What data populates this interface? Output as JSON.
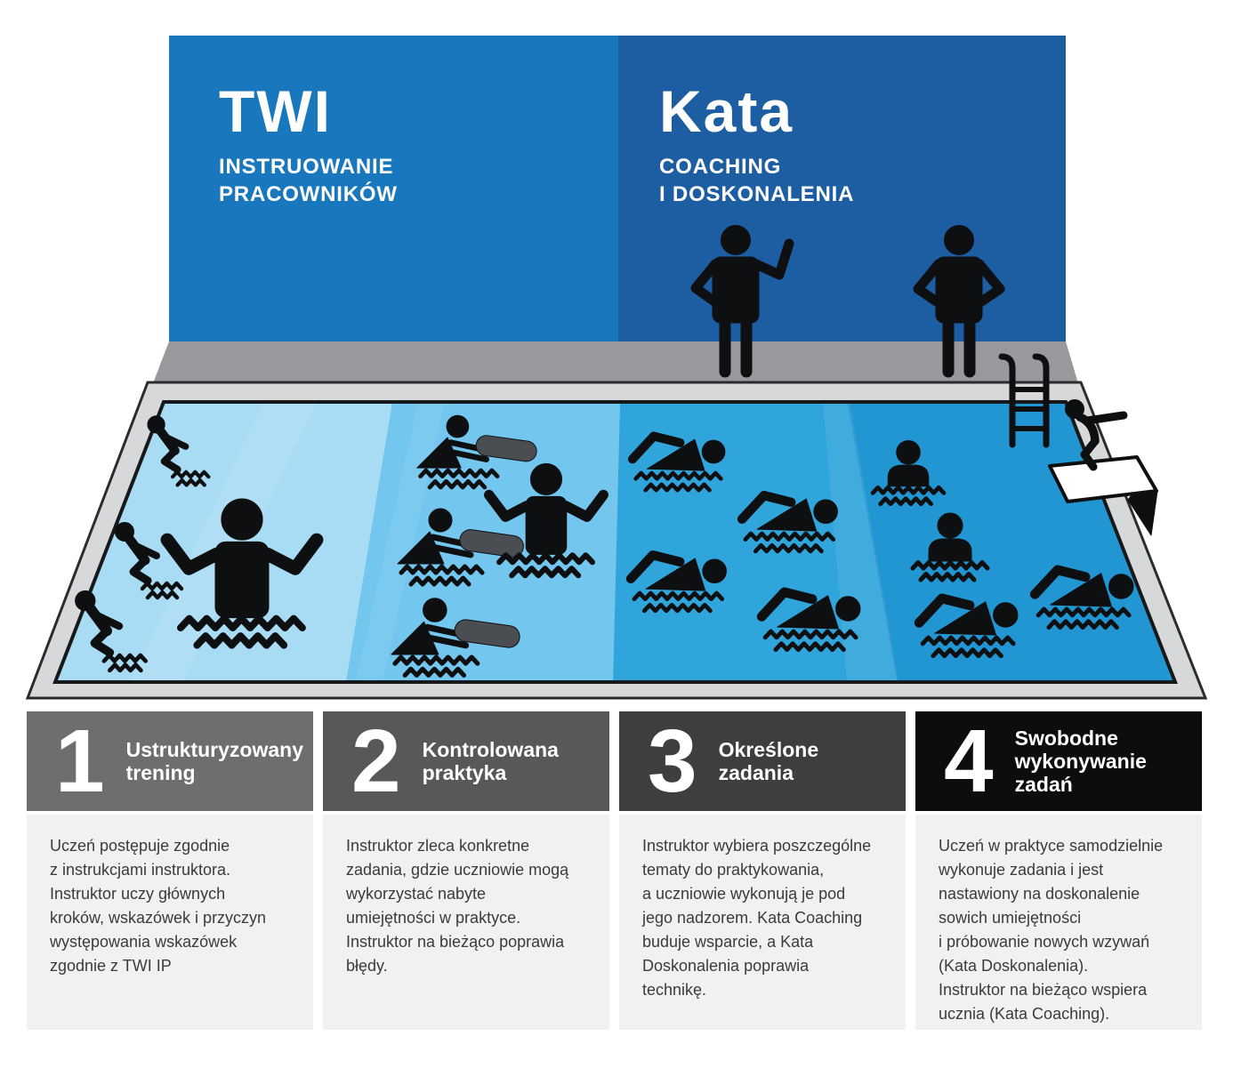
{
  "infographic": {
    "panel_twi": {
      "title": "TWI",
      "subtitle": "INSTRUOWANIE\nPRACOWNIKÓW"
    },
    "panel_kata": {
      "title": "Kata",
      "subtitle": "COACHING\nI DOSKONALENIA"
    },
    "steps": [
      {
        "number": "1",
        "title": "Ustrukturyzowany\ntrening",
        "description": "Uczeń postępuje zgodnie\nz instrukcjami instruktora.\nInstruktor uczy głównych\nkroków, wskazówek i przyczyn\nwystępowania wskazówek\nzgodnie z TWI IP"
      },
      {
        "number": "2",
        "title": "Kontrolowana\npraktyka",
        "description": "Instruktor zleca konkretne\nzadania, gdzie uczniowie mogą\nwykorzystać nabyte\numiejętności w praktyce.\nInstruktor na bieżąco poprawia\nbłędy."
      },
      {
        "number": "3",
        "title": "Określone\nzadania",
        "description": "Instruktor wybiera poszczególne\ntematy do praktykowania,\na uczniowie wykonują je pod\njego nadzorem. Kata Coaching\nbuduje wsparcie, a Kata\nDoskonalenia poprawia\ntechnikę."
      },
      {
        "number": "4",
        "title": "Swobodne\nwykonywanie\nzadań",
        "description": "Uczeń w praktyce samodzielnie\nwykonuje zadania i jest\nnastawiony na doskonalenie\nsowich umiejętności\ni próbowanie nowych wzywań\n(Kata Doskonalenia).\nInstruktor na bieżąco wspiera\nucznia (Kata Coaching)."
      }
    ],
    "colors": {
      "panel_twi": "#1877BD",
      "panel_kata": "#1D5EA3",
      "deck": "#97999C",
      "rim": "#D7D8DA",
      "pool_outline": "#2B2C2E",
      "water_outline": "#17181A",
      "lane1": "#A7DCF4",
      "lane2": "#73C6EE",
      "lane3": "#30A5DC",
      "lane4": "#2196D2",
      "header1": "#6E6E70",
      "header2": "#58585A",
      "header3": "#3E3E40",
      "header4": "#0D0D0F",
      "body_bg": "#F1F1F3",
      "body_text": "#3B3B3B",
      "figure": "#0E0F11",
      "kickboard": "#4A4E53",
      "diving_board": "#FFFFFF"
    },
    "pool_figures": {
      "lane1": [
        "ladder-climber-icon",
        "ladder-climber-icon",
        "ladder-climber-icon",
        "standing-instructor-icon"
      ],
      "lane2": [
        "kickboard-swimmer-icon",
        "kickboard-swimmer-icon",
        "kickboard-swimmer-icon",
        "standing-instructor-icon"
      ],
      "lane3": [
        "freestyle-swimmer-icon",
        "freestyle-swimmer-icon",
        "freestyle-swimmer-icon",
        "freestyle-swimmer-icon"
      ],
      "lane4": [
        "treading-swimmer-icon",
        "treading-swimmer-icon",
        "freestyle-swimmer-icon",
        "freestyle-swimmer-icon"
      ],
      "deck": [
        "coach-gesturing-icon",
        "coach-hands-on-hips-icon",
        "pool-ladder-icon",
        "diver-on-board-icon"
      ]
    }
  }
}
